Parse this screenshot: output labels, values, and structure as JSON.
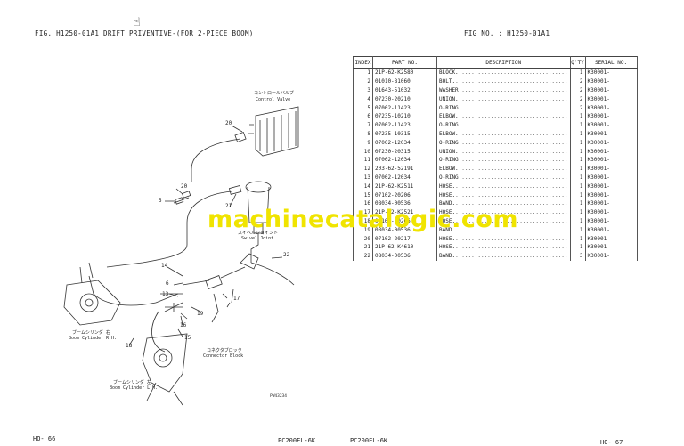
{
  "left_header": "FIG. H1250-01A1  DRIFT PRIVENTIVE-(FOR 2-PIECE BOOM)",
  "right_header": "FIG NO.  :  H1250-01A1",
  "watermark": "machinecatalogic.com",
  "diagram": {
    "control_valve_jp": "コントロールバルブ",
    "control_valve_en": "Control Valve",
    "swivel_joint_jp": "スイベルジョイント",
    "swivel_joint_en": "Swivel Joint",
    "boom_cyl_rh_jp": "ブームシリンダ 右",
    "boom_cyl_rh_en": "Boom Cylinder R.H.",
    "connector_block_jp": "コネクタブロック",
    "connector_block_en": "Connector Block",
    "boom_cyl_lh_jp": "ブームシリンダ 左",
    "boom_cyl_lh_en": "Boom Cylinder L.H.",
    "drawing_no": "PW43234",
    "callouts": [
      "20",
      "20",
      "5",
      "21",
      "22",
      "14",
      "6",
      "13",
      "17",
      "19",
      "16",
      "15",
      "18"
    ]
  },
  "table": {
    "headers": [
      "INDEX",
      "PART NO.",
      "DESCRIPTION",
      "Q'TY",
      "SERIAL NO."
    ],
    "rows": [
      {
        "idx": "1",
        "pn": "21P-62-K2580",
        "desc": "BLOCK.",
        "qty": "1",
        "ser": "K30001-"
      },
      {
        "idx": "2",
        "pn": "01010-81060",
        "desc": "BOLT.",
        "qty": "2",
        "ser": "K30001-"
      },
      {
        "idx": "3",
        "pn": "01643-51032",
        "desc": "WASHER.",
        "qty": "2",
        "ser": "K30001-"
      },
      {
        "idx": "4",
        "pn": "07230-20210",
        "desc": "UNION.",
        "qty": "2",
        "ser": "K30001-"
      },
      {
        "idx": "5",
        "pn": "07002-11423",
        "desc": "O-RING.",
        "qty": "2",
        "ser": "K30001-"
      },
      {
        "idx": "6",
        "pn": "07235-10210",
        "desc": "ELBOW.",
        "qty": "1",
        "ser": "K30001-"
      },
      {
        "idx": "7",
        "pn": "07002-11423",
        "desc": "O-RING.",
        "qty": "1",
        "ser": "K30001-"
      },
      {
        "idx": "8",
        "pn": "07235-10315",
        "desc": "ELBOW.",
        "qty": "1",
        "ser": "K30001-"
      },
      {
        "idx": "9",
        "pn": "07002-12034",
        "desc": "O-RING.",
        "qty": "1",
        "ser": "K30001-"
      },
      {
        "idx": "10",
        "pn": "07230-20315",
        "desc": "UNION.",
        "qty": "1",
        "ser": "K30001-"
      },
      {
        "idx": "11",
        "pn": "07002-12034",
        "desc": "O-RING.",
        "qty": "1",
        "ser": "K30001-"
      },
      {
        "idx": "12",
        "pn": "203-62-52191",
        "desc": "ELBOW.",
        "qty": "1",
        "ser": "K30001-"
      },
      {
        "idx": "13",
        "pn": "07002-12034",
        "desc": "O-RING.",
        "qty": "1",
        "ser": "K30001-"
      },
      {
        "idx": "14",
        "pn": "21P-62-K2511",
        "desc": "HOSE.",
        "qty": "1",
        "ser": "K30001-"
      },
      {
        "idx": "15",
        "pn": "07102-20206",
        "desc": "HOSE.",
        "qty": "1",
        "ser": "K30001-"
      },
      {
        "idx": "16",
        "pn": "08034-00536",
        "desc": "BAND.",
        "qty": "1",
        "ser": "K30001-"
      },
      {
        "idx": "17",
        "pn": "21P-62-K2521",
        "desc": "HOSE.",
        "qty": "1",
        "ser": "K30001-"
      },
      {
        "idx": "18",
        "pn": "07102-20206",
        "desc": "HOSE.",
        "qty": "1",
        "ser": "K30001-"
      },
      {
        "idx": "19",
        "pn": "08034-00536",
        "desc": "BAND.",
        "qty": "1",
        "ser": "K30001-"
      },
      {
        "idx": "20",
        "pn": "07102-20217",
        "desc": "HOSE.",
        "qty": "1",
        "ser": "K30001-"
      },
      {
        "idx": "21",
        "pn": "21P-62-K4610",
        "desc": "HOSE.",
        "qty": "1",
        "ser": "K30001-"
      },
      {
        "idx": "22",
        "pn": "08034-00536",
        "desc": "BAND.",
        "qty": "3",
        "ser": "K30001-"
      }
    ]
  },
  "footer": {
    "left_page": "HO-  66",
    "left_model": "PC200EL-6K",
    "right_model": "PC200EL-6K",
    "right_page": "HO-  67"
  }
}
